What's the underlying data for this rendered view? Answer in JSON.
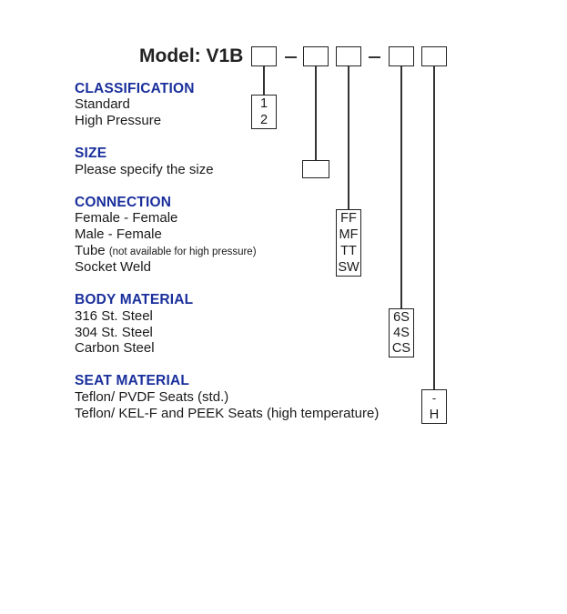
{
  "model": {
    "label": "Model:",
    "name": "V1B",
    "separators": [
      "—",
      "—"
    ]
  },
  "sections": {
    "classification": {
      "heading": "CLASSIFICATION",
      "options": [
        {
          "label": "Standard",
          "code": "1"
        },
        {
          "label": "High Pressure",
          "code": "2"
        }
      ]
    },
    "size": {
      "heading": "SIZE",
      "options": [
        {
          "label": "Please specify the size",
          "code": ""
        }
      ]
    },
    "connection": {
      "heading": "CONNECTION",
      "options": [
        {
          "label": "Female - Female",
          "code": "FF"
        },
        {
          "label": "Male - Female",
          "code": "MF"
        },
        {
          "label": "Tube",
          "note": "(not available for high pressure)",
          "code": "TT"
        },
        {
          "label": "Socket Weld",
          "code": "SW"
        }
      ]
    },
    "body_material": {
      "heading": "BODY MATERIAL",
      "options": [
        {
          "label": "316 St. Steel",
          "code": "6S"
        },
        {
          "label": "304 St. Steel",
          "code": "4S"
        },
        {
          "label": "Carbon Steel",
          "code": "CS"
        }
      ]
    },
    "seat_material": {
      "heading": "SEAT MATERIAL",
      "options": [
        {
          "label": "Teflon/ PVDF Seats (std.)",
          "code": "-"
        },
        {
          "label": "Teflon/ KEL-F and PEEK Seats (high temperature)",
          "code": "H"
        }
      ]
    }
  }
}
